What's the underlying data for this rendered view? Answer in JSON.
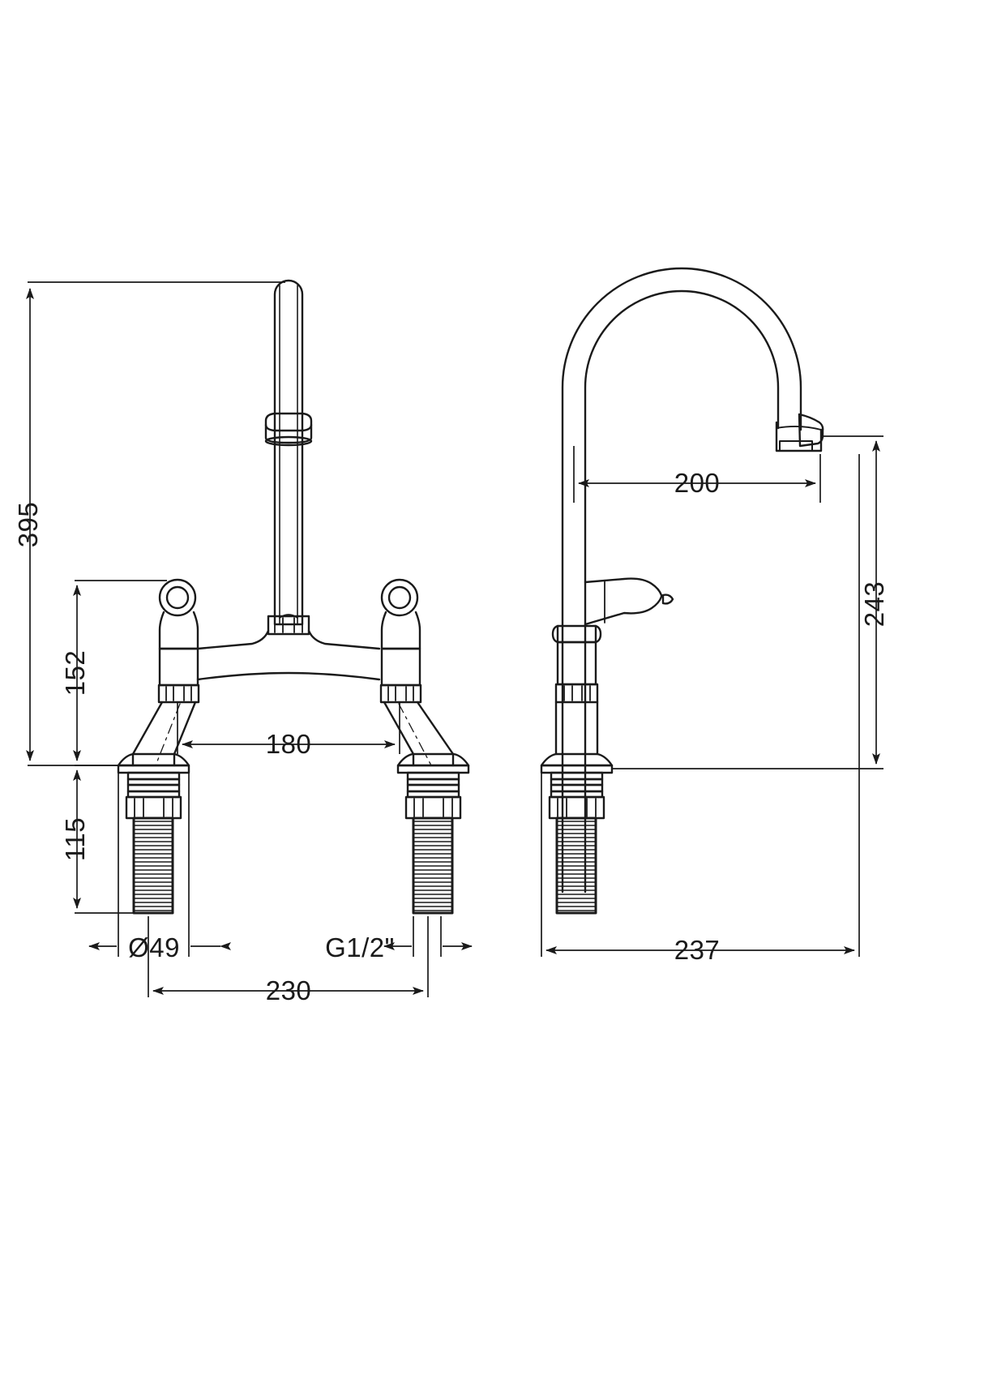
{
  "drawing": {
    "title": "Bridge Mixer Tap Technical Dimension Drawing",
    "units": "mm",
    "line_color": "#1a1a1a",
    "background_color": "#ffffff",
    "views": [
      {
        "name": "front-view",
        "label": ""
      },
      {
        "name": "side-view",
        "label": ""
      }
    ]
  },
  "dimensions": {
    "overall_height": "395",
    "handle_height": "152",
    "tail_length": "115",
    "centre_to_centre": "180",
    "flange_diameter": "Ø49",
    "thread_size": "G1/2\"",
    "overall_width": "230",
    "spout_reach": "200",
    "spout_outlet_height": "243",
    "side_overall_height": "237"
  }
}
